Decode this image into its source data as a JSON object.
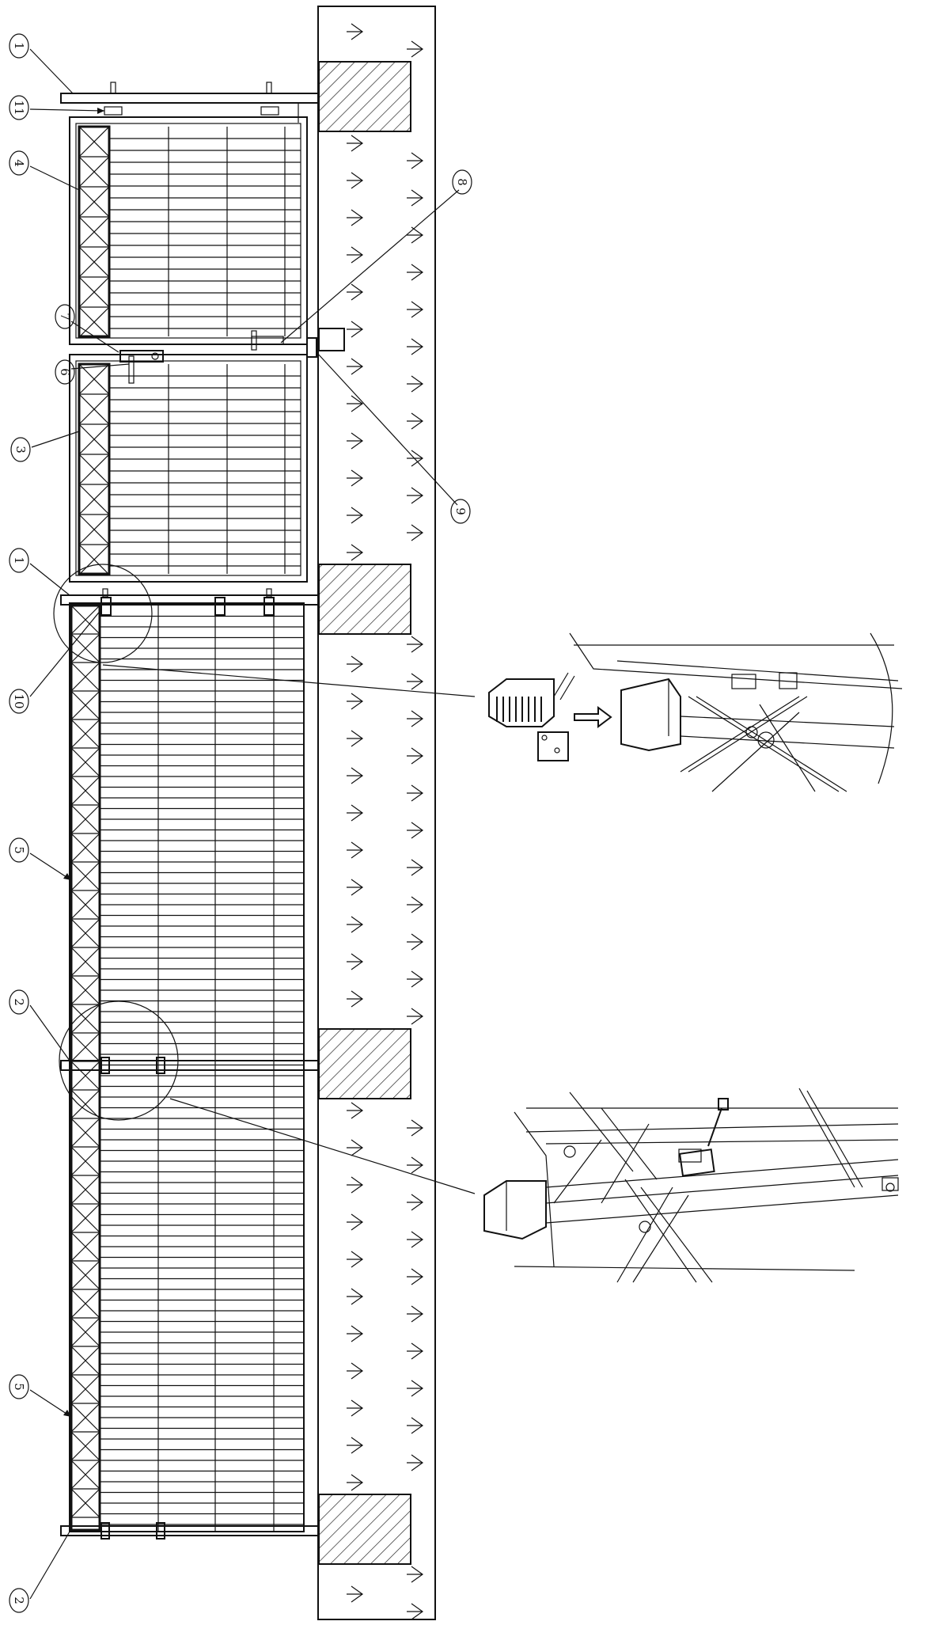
{
  "callouts": [
    {
      "id": "c1a",
      "label": "1"
    },
    {
      "id": "c11",
      "label": "11"
    },
    {
      "id": "c4",
      "label": "4"
    },
    {
      "id": "c7",
      "label": "7"
    },
    {
      "id": "c6",
      "label": "6"
    },
    {
      "id": "c3",
      "label": "3"
    },
    {
      "id": "c1b",
      "label": "1"
    },
    {
      "id": "c10",
      "label": "10"
    },
    {
      "id": "c5a",
      "label": "5"
    },
    {
      "id": "c2a",
      "label": "2"
    },
    {
      "id": "c5b",
      "label": "5"
    },
    {
      "id": "c2b",
      "label": "2"
    },
    {
      "id": "c8",
      "label": "8"
    },
    {
      "id": "c9",
      "label": "9"
    }
  ],
  "colors": {
    "line": "#111111",
    "background": "#ffffff"
  }
}
